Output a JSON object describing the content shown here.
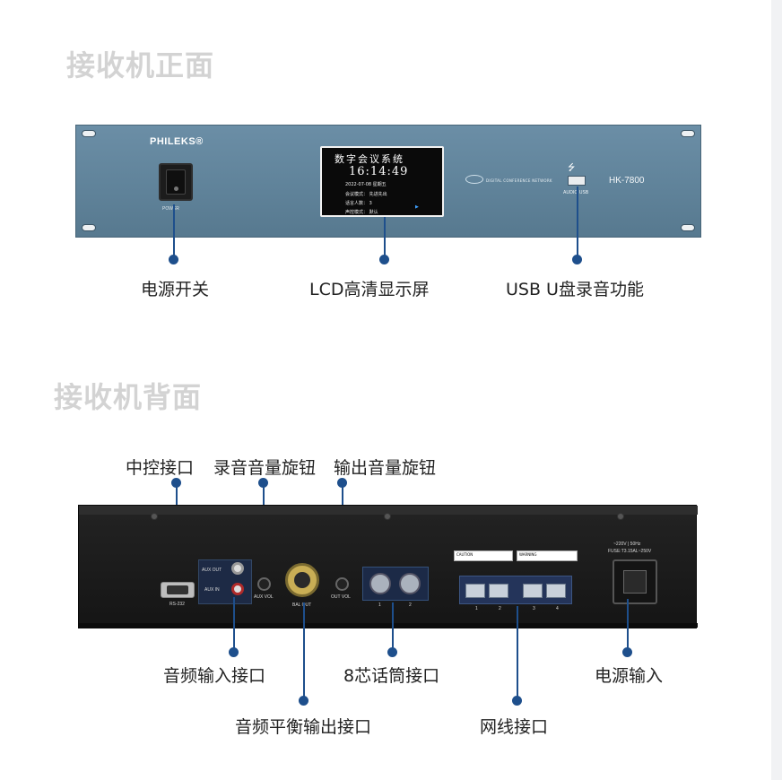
{
  "front": {
    "section_title": "接收机正面",
    "brand": "PHILEKS®",
    "power_label": "POWER",
    "lcd": {
      "title": "数字会议系统",
      "time": "16:14:49",
      "date_line": "2022-07-08  星期五",
      "line1": "会议模式：  先进先出",
      "line2": "话言人数：  3",
      "line3": "声控模式：  默认"
    },
    "dcn_label": "DIGITAL CONFERENCE NETWORK",
    "usb_label": "AUDIO USB",
    "model": "HK-7800",
    "callouts": {
      "power": "电源开关",
      "lcd": "LCD高清显示屏",
      "usb": "USB U盘录音功能"
    }
  },
  "back": {
    "section_title": "接收机背面",
    "labels": {
      "rs232": "RS-232",
      "aux_out": "AUX OUT",
      "aux_in": "AUX IN",
      "aux_vol": "AUX VOL",
      "bal_out": "BAL OUT",
      "out_vol": "OUT VOL",
      "mic1": "1",
      "mic2": "2",
      "net1": "1",
      "net2": "2",
      "net3": "3",
      "net4": "4",
      "voltage": "~220V | 50Hz",
      "fuse": "FUSE:T3.15AL~250V",
      "caution": "CAUTION",
      "warning": "WARNING"
    },
    "callouts": {
      "central_control": "中控接口",
      "record_knob": "录音音量旋钮",
      "output_knob": "输出音量旋钮",
      "audio_in": "音频输入接口",
      "mic_8pin": "8芯话筒接口",
      "power_in": "电源输入",
      "balanced_out": "音频平衡输出接口",
      "network": "网线接口"
    }
  },
  "colors": {
    "callout": "#1e4f8c",
    "front_panel": "#5f8299",
    "back_panel": "#1a1a1a",
    "title": "#d3d3d3"
  }
}
